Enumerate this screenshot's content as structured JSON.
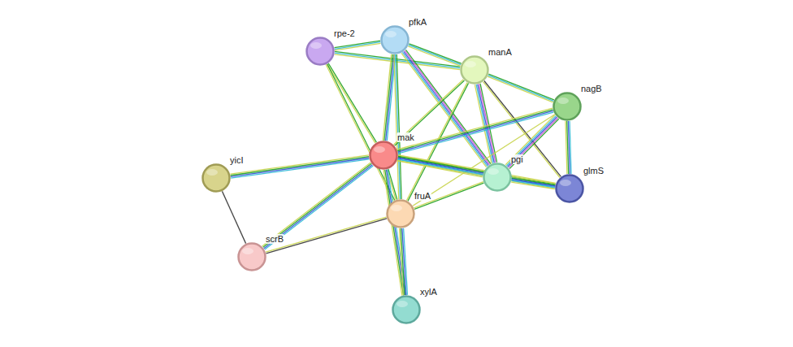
{
  "diagram": {
    "nodes": [
      {
        "text": [
          "pfkA"
        ]
      },
      {
        "text": [
          "rpe-2"
        ]
      },
      {
        "text": [
          "manA"
        ]
      },
      {
        "text": [
          "nagB"
        ]
      },
      {
        "text": [
          "mak"
        ]
      },
      {
        "text": [
          "yicI"
        ]
      },
      {
        "text": [
          "pgi"
        ]
      },
      {
        "text": [
          "glmS"
        ]
      },
      {
        "text": [
          "fruA"
        ]
      },
      {
        "text": [
          "scrB"
        ]
      },
      {
        "text": [
          "xylA"
        ]
      }
    ],
    "edges": [
      {
        "from": 1,
        "to": 0,
        "arrow": "none"
      },
      {
        "from": 1,
        "to": 2,
        "arrow": "none"
      },
      {
        "from": 1,
        "to": 4,
        "arrow": "none"
      },
      {
        "from": 1,
        "to": 8,
        "arrow": "none"
      },
      {
        "from": 0,
        "to": 2,
        "arrow": "none"
      },
      {
        "from": 0,
        "to": 4,
        "arrow": "none"
      },
      {
        "from": 0,
        "to": 8,
        "arrow": "none"
      },
      {
        "from": 0,
        "to": 6,
        "arrow": "none"
      },
      {
        "from": 2,
        "to": 4,
        "arrow": "none"
      },
      {
        "from": 2,
        "to": 6,
        "arrow": "none"
      },
      {
        "from": 2,
        "to": 3,
        "arrow": "none"
      },
      {
        "from": 2,
        "to": 7,
        "arrow": "none"
      },
      {
        "from": 2,
        "to": 8,
        "arrow": "none"
      },
      {
        "from": 3,
        "to": 4,
        "arrow": "none"
      },
      {
        "from": 3,
        "to": 6,
        "arrow": "none"
      },
      {
        "from": 3,
        "to": 7,
        "arrow": "none"
      },
      {
        "from": 3,
        "to": 8,
        "arrow": "none"
      },
      {
        "from": 4,
        "to": 5,
        "arrow": "none"
      },
      {
        "from": 4,
        "to": 9,
        "arrow": "none"
      },
      {
        "from": 4,
        "to": 6,
        "arrow": "none"
      },
      {
        "from": 4,
        "to": 7,
        "arrow": "none"
      },
      {
        "from": 4,
        "to": 8,
        "arrow": "none"
      },
      {
        "from": 4,
        "to": 10,
        "arrow": "none"
      },
      {
        "from": 6,
        "to": 7,
        "arrow": "none"
      },
      {
        "from": 6,
        "to": 8,
        "arrow": "none"
      },
      {
        "from": 8,
        "to": 9,
        "arrow": "none"
      },
      {
        "from": 8,
        "to": 10,
        "arrow": "none"
      },
      {
        "from": 5,
        "to": 9,
        "arrow": "none"
      }
    ]
  }
}
